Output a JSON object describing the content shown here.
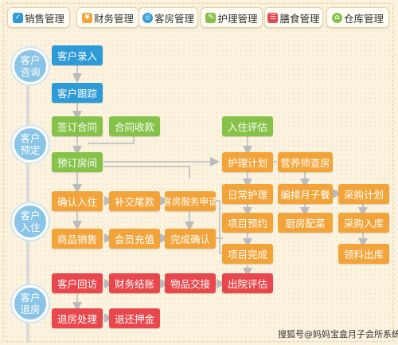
{
  "tabs": [
    {
      "label": "销售管理",
      "icon": "sales-icon",
      "color": "#2f9ad8"
    },
    {
      "label": "财务管理",
      "icon": "finance-icon",
      "color": "#f2a43a"
    },
    {
      "label": "客房管理",
      "icon": "room-icon",
      "color": "#2f9ad8"
    },
    {
      "label": "护理管理",
      "icon": "care-icon",
      "color": "#86c24a"
    },
    {
      "label": "膳食管理",
      "icon": "meal-icon",
      "color": "#e7474d"
    },
    {
      "label": "仓库管理",
      "icon": "warehouse-icon",
      "color": "#86c24a"
    }
  ],
  "stages": [
    {
      "line1": "客户",
      "line2": "咨询"
    },
    {
      "line1": "客户",
      "line2": "预定"
    },
    {
      "line1": "客户",
      "line2": "入住"
    },
    {
      "line1": "客户",
      "line2": "退房"
    }
  ],
  "nodes": {
    "customer_entry": "客户录入",
    "customer_follow": "客户跟踪",
    "sign_contract": "签订合同",
    "contract_payment": "合同收款",
    "reserve_room": "预订房间",
    "checkin_eval": "入住评估",
    "care_plan": "护理计划",
    "nutritionist_round": "营养师查房",
    "confirm_checkin": "确认入住",
    "balance_payment": "补交尾款",
    "room_service_request": "客房服务申请",
    "daily_care": "日常护理",
    "meal_arrange": "编排月子餐",
    "purchase_plan": "采购计划",
    "item_booking": "项目预约",
    "kitchen_prep": "厨房配菜",
    "purchase_stockin": "采购入库",
    "product_sales": "商品销售",
    "member_recharge": "会员充值",
    "finish_confirm": "完成确认",
    "item_done": "项目完成",
    "material_out": "领料出库",
    "customer_visit": "客户回访",
    "finance_settle": "财务结账",
    "item_handover": "物品交接",
    "discharge_eval": "出院评估",
    "checkout_process": "退房处理",
    "refund_deposit": "退还押金"
  },
  "watermark": "搜狐号@妈妈宝盒月子会所系统"
}
